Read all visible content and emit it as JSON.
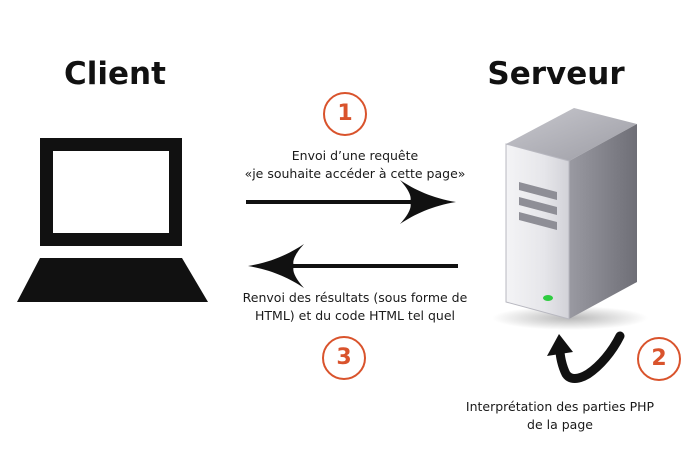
{
  "client": {
    "title": "Client"
  },
  "server": {
    "title": "Serveur"
  },
  "steps": [
    {
      "number": "1"
    },
    {
      "number": "2"
    },
    {
      "number": "3"
    }
  ],
  "request": {
    "line1": "Envoi d’une requête",
    "line2": "«je souhaite accéder à cette page»"
  },
  "response": {
    "line1": "Renvoi des résultats (sous forme de",
    "line2": "HTML) et du code HTML tel quel"
  },
  "interpretation": {
    "line1": "Interprétation des parties PHP",
    "line2": "de la page"
  },
  "colors": {
    "accent": "#d9532c",
    "text": "#111111",
    "server_led": "#2ecc40"
  },
  "icons": {
    "client": "laptop-icon",
    "server": "server-tower-icon",
    "loop": "curved-loop-arrow-icon"
  }
}
